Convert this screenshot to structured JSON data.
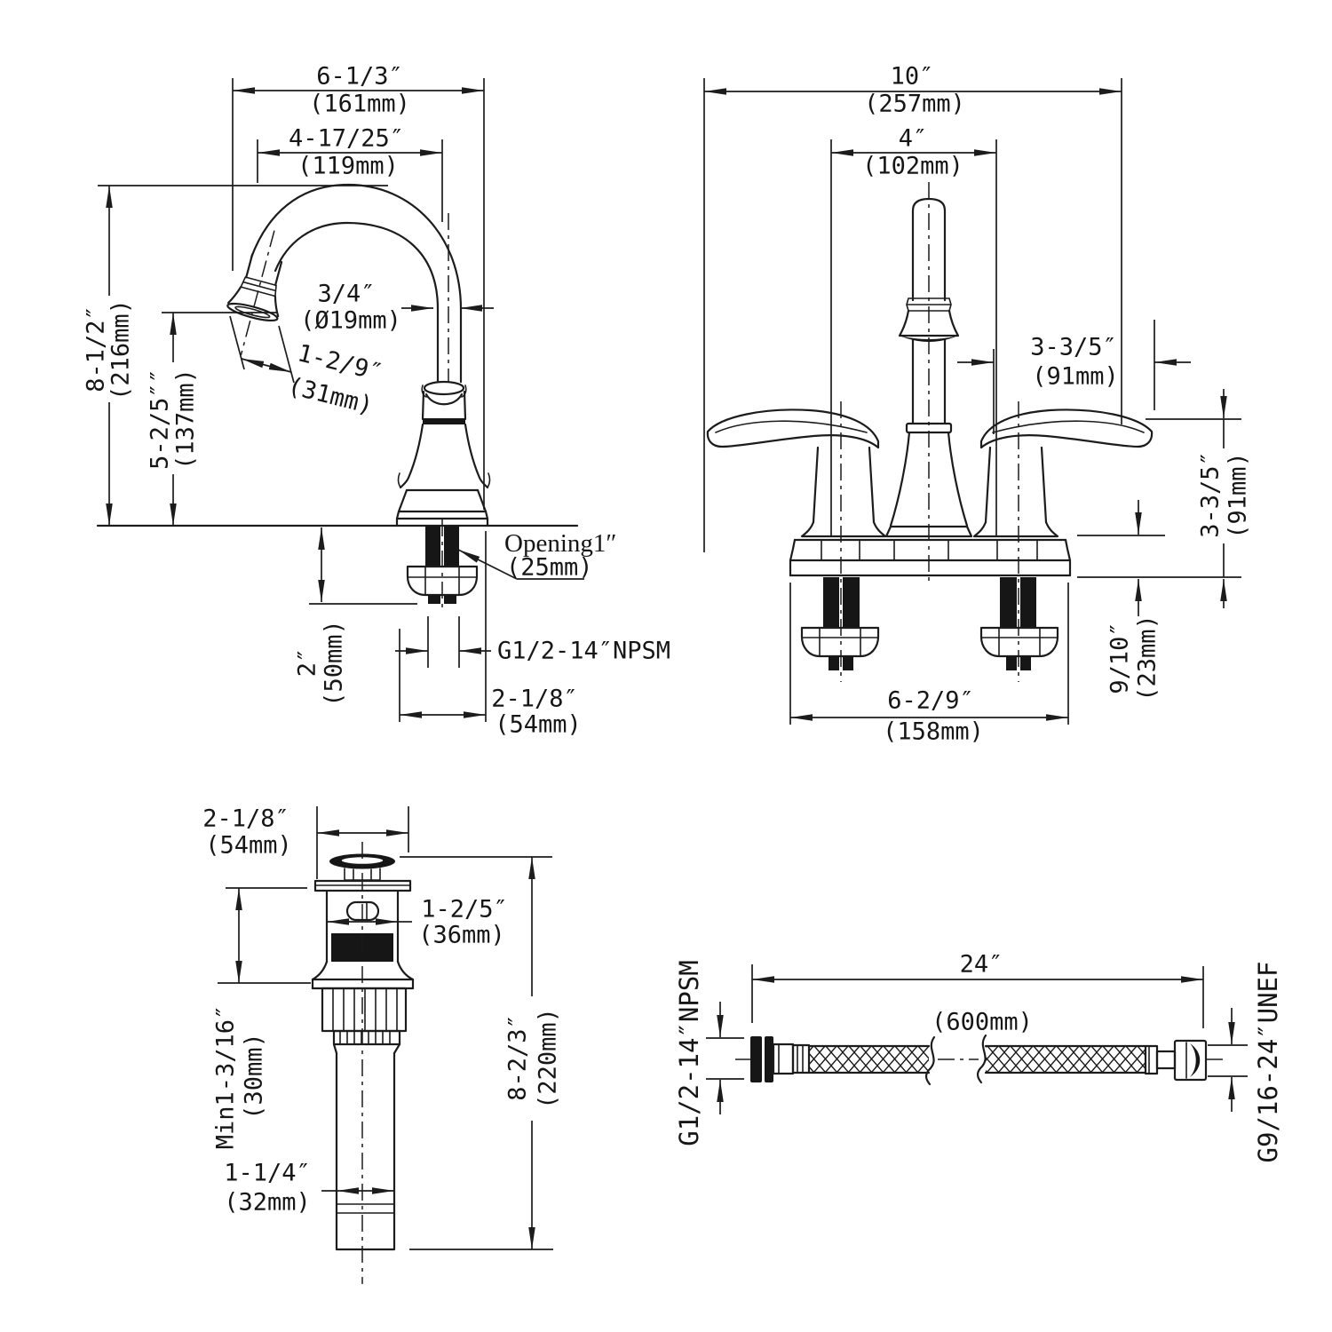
{
  "drawing": {
    "background": "#ffffff",
    "line_color": "#1c1c1c",
    "views": {
      "faucet_side": {
        "spout_reach": {
          "in": "6-1/3″",
          "mm": "(161mm)"
        },
        "spout_arc": {
          "in": "4-17/25″",
          "mm": "(119mm)"
        },
        "spout_diameter": {
          "in": "3/4″",
          "mm": "(Ø19mm)"
        },
        "spout_tip": {
          "in": "1-2/9″",
          "mm": "(31mm)"
        },
        "overall_height": {
          "in": "8-1/2″",
          "mm": "(216mm)"
        },
        "spout_height": {
          "in": "5-2/5″″",
          "mm": "(137mm)"
        },
        "opening": {
          "label": "Opening1″",
          "mm": "(25mm)"
        },
        "shank_length": {
          "in": "2″",
          "mm": "(50mm)"
        },
        "inlet_thread": "G1/2-14″NPSM",
        "base_diameter": {
          "in": "2-1/8″",
          "mm": "(54mm)"
        }
      },
      "faucet_front": {
        "overall_width": {
          "in": "10″",
          "mm": "(257mm)"
        },
        "hole_spacing": {
          "in": "4″",
          "mm": "(102mm)"
        },
        "handle_reach": {
          "in": "3-3/5″",
          "mm": "(91mm)"
        },
        "handle_height": {
          "in": "3-3/5″",
          "mm": "(91mm)"
        },
        "deck_thickness": {
          "in": "9/10″",
          "mm": "(23mm)"
        },
        "base_width": {
          "in": "6-2/9″",
          "mm": "(158mm)"
        }
      },
      "drain": {
        "flange_diameter": {
          "in": "2-1/8″",
          "mm": "(54mm)"
        },
        "body_diameter": {
          "in": "1-2/5″",
          "mm": "(36mm)"
        },
        "deck_thickness_min": {
          "in": "Min1-3/16″",
          "mm": "(30mm)"
        },
        "overall_length": {
          "in": "8-2/3″",
          "mm": "(220mm)"
        },
        "tailpipe_diameter": {
          "in": "1-1/4″",
          "mm": "(32mm)"
        }
      },
      "hose": {
        "length": {
          "in": "24″",
          "mm": "(600mm)"
        },
        "faucet_end_thread": "G1/2-14″NPSM",
        "supply_end_thread": "G9/16-24″UNEF"
      }
    }
  }
}
